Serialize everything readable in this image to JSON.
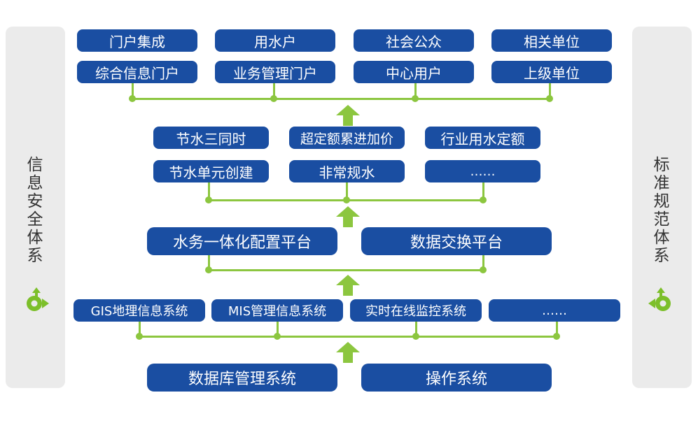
{
  "left_panel": {
    "label": "信息安全体系"
  },
  "right_panel": {
    "label": "标准规范体系"
  },
  "colors": {
    "box": "#1a4ea2",
    "connector": "#8cc63f",
    "panel": "#ebebeb"
  },
  "portal_layer": {
    "columns": [
      {
        "top": "门户集成",
        "bottom": "综合信息门户"
      },
      {
        "top": "用水户",
        "bottom": "业务管理门户"
      },
      {
        "top": "社会公众",
        "bottom": "中心用户"
      },
      {
        "top": "相关单位",
        "bottom": "上级单位"
      }
    ]
  },
  "business_layer": {
    "columns": [
      {
        "top": "节水三同时",
        "bottom": "节水单元创建"
      },
      {
        "top": "超定额累进加价",
        "bottom": "非常规水"
      },
      {
        "top": "行业用水定额",
        "bottom": "……"
      }
    ]
  },
  "platform_layer": {
    "items": [
      "水务一体化配置平台",
      "数据交换平台"
    ]
  },
  "system_layer": {
    "items": [
      "GIS地理信息系统",
      "MIS管理信息系统",
      "实时在线监控系统",
      "……"
    ]
  },
  "base_layer": {
    "items": [
      "数据库管理系统",
      "操作系统"
    ]
  }
}
